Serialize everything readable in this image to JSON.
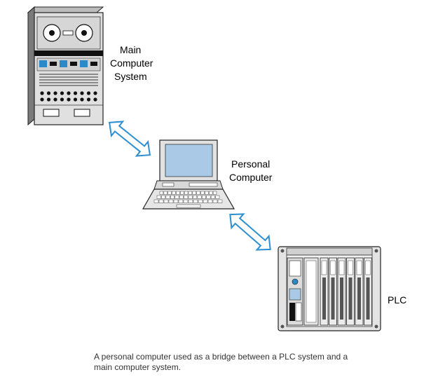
{
  "labels": {
    "main_computer": [
      "Main",
      "Computer",
      "System"
    ],
    "personal_computer": [
      "Personal",
      "Computer"
    ],
    "plc": "PLC"
  },
  "caption": [
    "A personal computer used as a bridge between a PLC system and a",
    "main computer system."
  ],
  "colors": {
    "arrow_stroke": "#2c8fd0",
    "arrow_fill": "#ffffff",
    "blue": "#2a89c6",
    "screen": "#a9c9e6",
    "panel_gray": "#d8d8d8",
    "dark_gray": "#555555"
  },
  "icons": [
    "mainframe-icon",
    "laptop-icon",
    "plc-rack-icon",
    "double-arrow-icon"
  ]
}
